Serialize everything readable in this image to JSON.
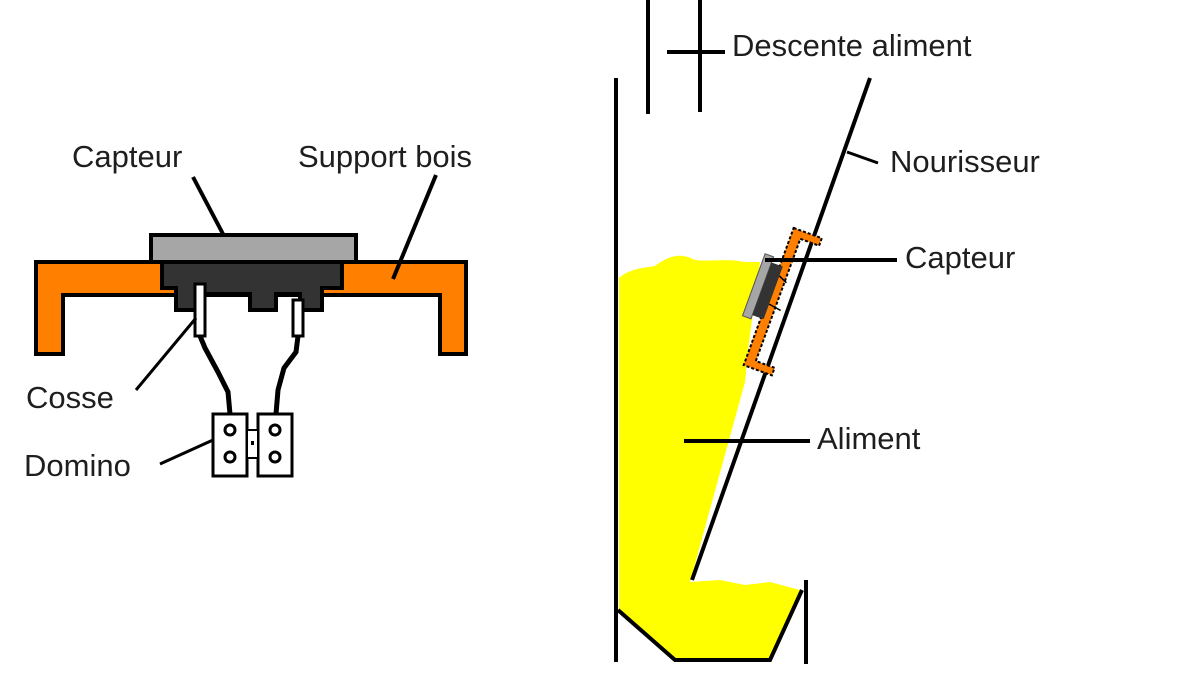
{
  "left_diagram": {
    "title": "Sensor mounting detail",
    "labels": {
      "capteur": "Capteur",
      "support_bois": "Support bois",
      "cosse": "Cosse",
      "domino": "Domino"
    }
  },
  "right_diagram": {
    "title": "Feeder installation",
    "labels": {
      "descente_aliment": "Descente aliment",
      "nourisseur": "Nourisseur",
      "capteur": "Capteur",
      "aliment": "Aliment"
    }
  },
  "colors": {
    "wood_support": "#ff8000",
    "sensor_top": "#a6a6a6",
    "sensor_body": "#333333",
    "feed": "#ffff00",
    "outline": "#000000"
  }
}
